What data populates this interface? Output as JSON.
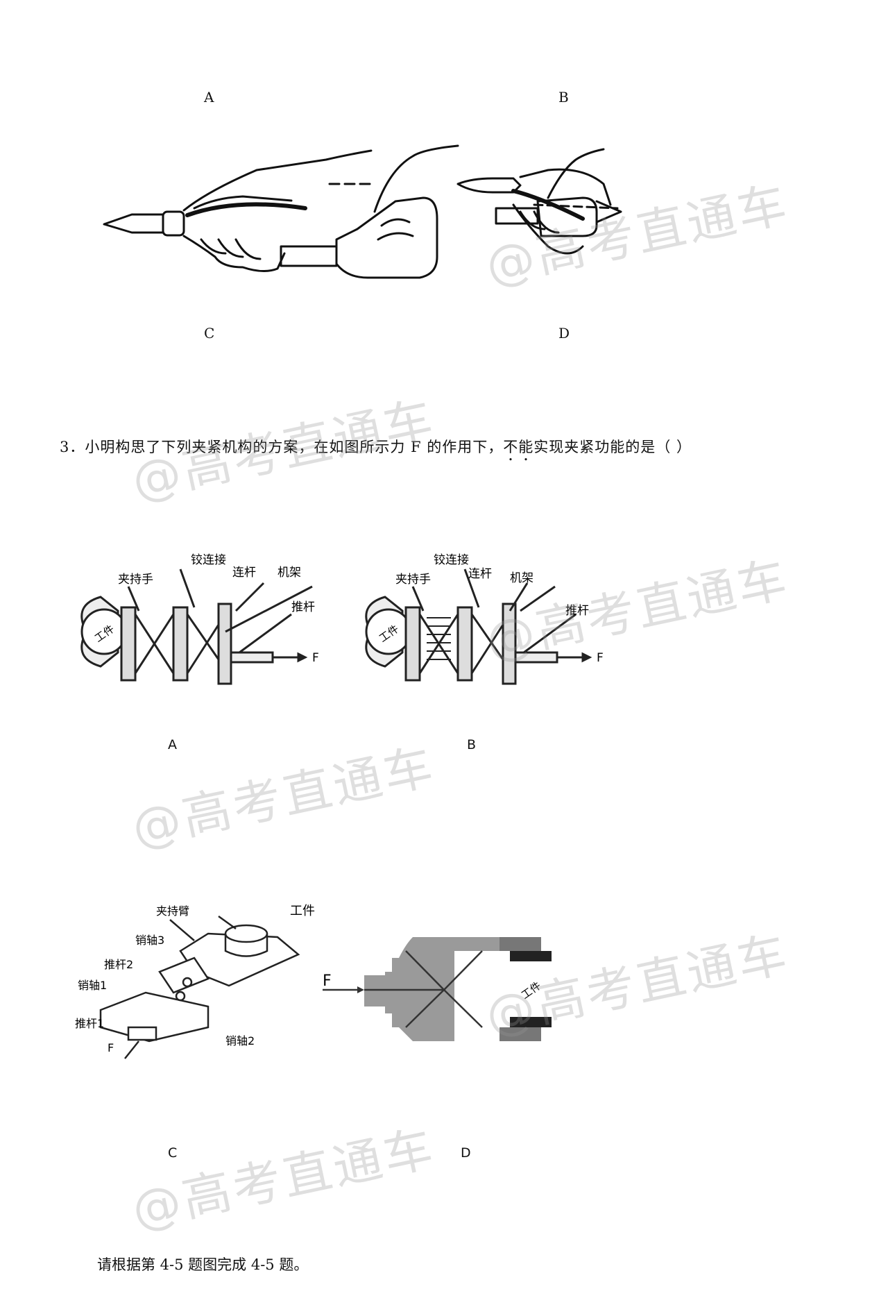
{
  "q2_options": {
    "a": "A",
    "b": "B",
    "c": "C",
    "d": "D"
  },
  "question3": {
    "pre": "3．小明构思了下列夹紧机构的方案，在如图所示力 F 的作用下，",
    "emph": "不能",
    "post": "实现夹紧功能的是（  ）"
  },
  "q3_options": {
    "a": "A",
    "b": "B",
    "c": "C",
    "d": "D"
  },
  "fig_ab_labels": {
    "hinge": "铰连接",
    "gripper": "夹持手",
    "link": "连杆",
    "frame": "机架",
    "push_rod": "推杆",
    "force": "F",
    "workpiece": "工件"
  },
  "fig_c_labels": {
    "arm": "夹持臂",
    "workpiece": "工件",
    "pin3": "销轴3",
    "rod2": "推杆2",
    "pin1": "销轴1",
    "rod1": "推杆1",
    "force": "F",
    "pin2": "销轴2"
  },
  "fig_d_labels": {
    "force": "F",
    "workpiece": "工件"
  },
  "watermark": "@高考直通车",
  "footer": "请根据第 4-5 题图完成 4-5 题。"
}
